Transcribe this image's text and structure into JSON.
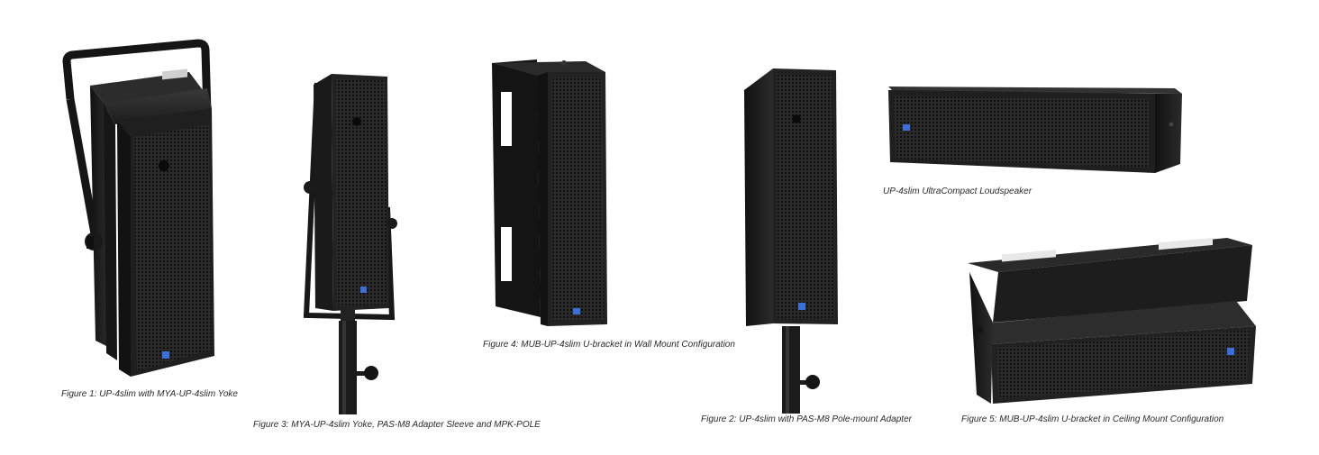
{
  "figures": [
    {
      "caption": "Figure 1: UP-4slim with MYA-UP-4slim Yoke"
    },
    {
      "caption": "Figure 3: MYA-UP-4slim Yoke, PAS-M8 Adapter Sleeve and MPK-POLE"
    },
    {
      "caption": "Figure 4: MUB-UP-4slim U-bracket in Wall Mount Configuration"
    },
    {
      "caption": "Figure 2: UP-4slim with PAS-M8 Pole-mount Adapter"
    },
    {
      "caption": "UP-4slim UltraCompact Loudspeaker"
    },
    {
      "caption": "Figure 5: MUB-UP-4slim U-bracket in Ceiling Mount Configuration"
    }
  ],
  "colors": {
    "speaker_body": "#1c1c1c",
    "speaker_face": "#262626",
    "grille_hole": "#0e0e0e",
    "bracket": "#151515",
    "caption_text": "#2a2a2a",
    "logo_blue": "#3b6fd8"
  }
}
